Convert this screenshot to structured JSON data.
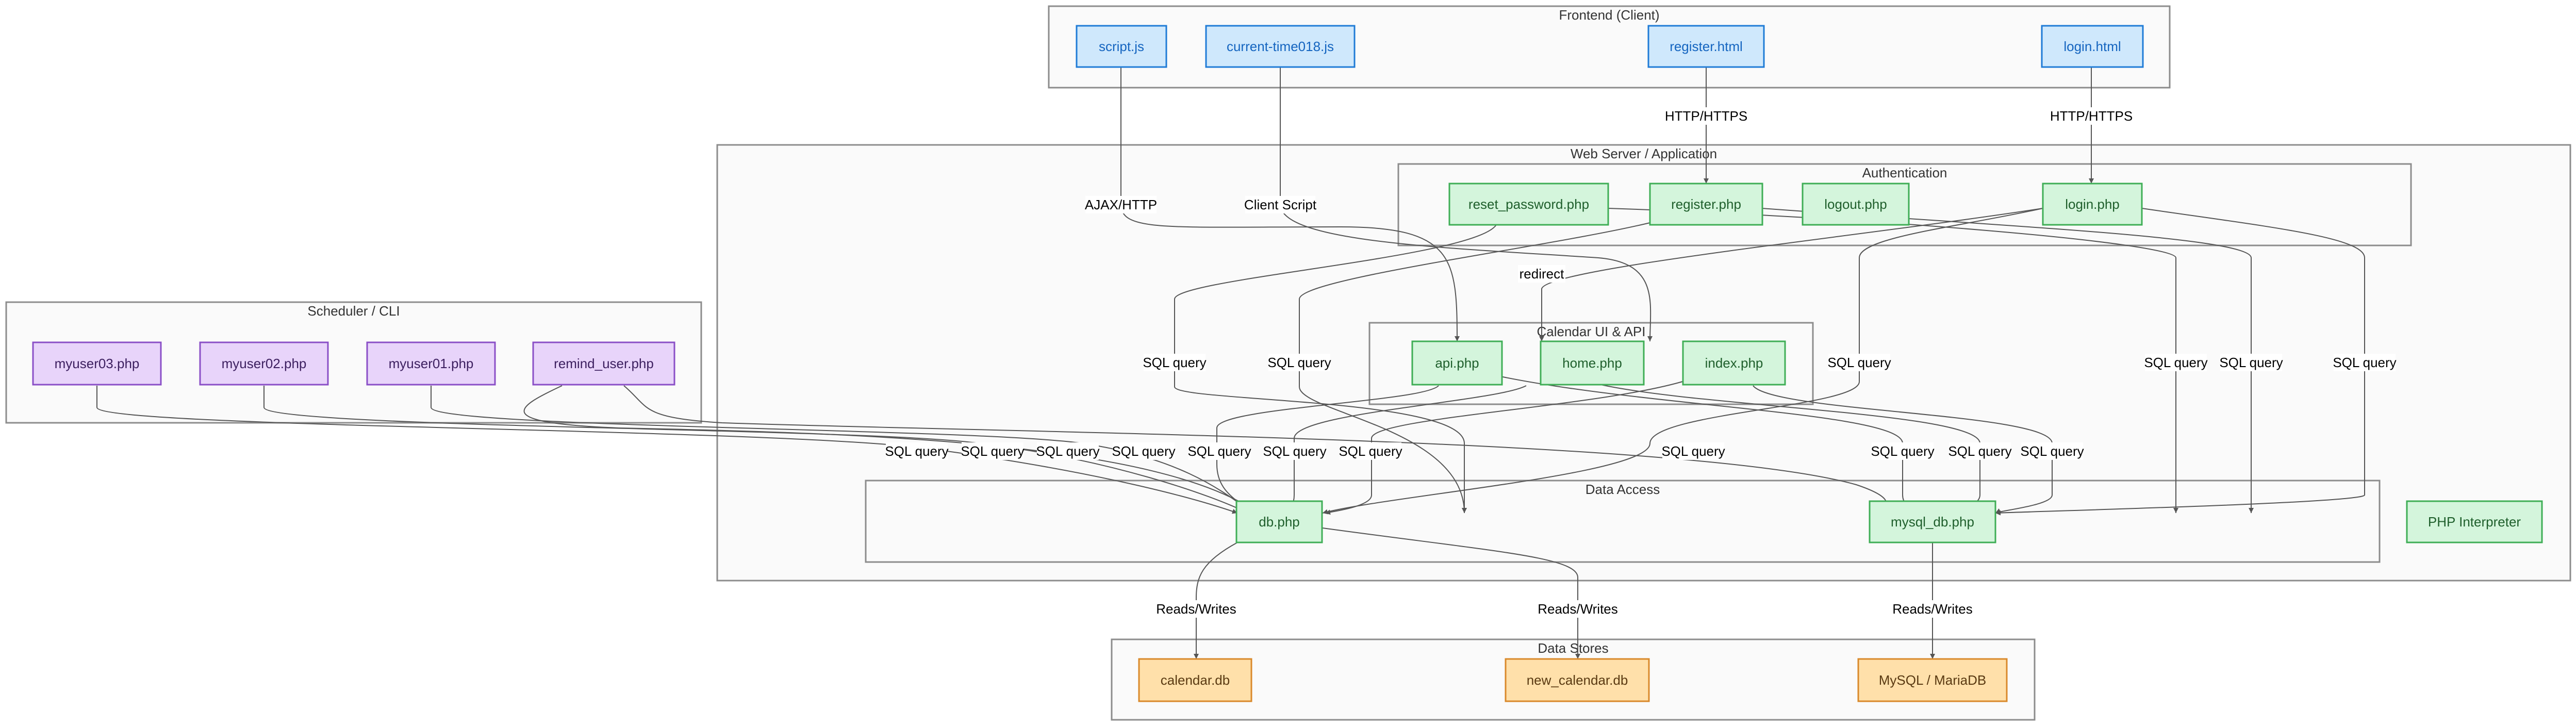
{
  "colors": {
    "client_fill": "#cfe8fc",
    "client_stroke": "#1f7bd6",
    "client_text": "#1565c0",
    "server_fill": "#d4f5dc",
    "server_stroke": "#3fae56",
    "server_text": "#1f5f2c",
    "cli_fill": "#e8d4fa",
    "cli_stroke": "#8a4fc7",
    "cli_text": "#3d2060",
    "store_fill": "#ffe0aa",
    "store_stroke": "#d9892b",
    "store_text": "#5a3a12"
  },
  "clusters": {
    "frontend": "Frontend (Client)",
    "webserver": "Web Server / Application",
    "auth": "Authentication",
    "calendar": "Calendar UI & API",
    "dataaccess": "Data Access",
    "scheduler": "Scheduler / CLI",
    "datastores": "Data Stores"
  },
  "nodes": {
    "script_js": "script.js",
    "current_time": "current-time018.js",
    "register_html": "register.html",
    "login_html": "login.html",
    "reset_password": "reset_password.php",
    "register_php": "register.php",
    "logout_php": "logout.php",
    "login_php": "login.php",
    "api_php": "api.php",
    "home_php": "home.php",
    "index_php": "index.php",
    "db_php": "db.php",
    "mysql_db_php": "mysql_db.php",
    "php_interpreter": "PHP Interpreter",
    "myuser03": "myuser03.php",
    "myuser02": "myuser02.php",
    "myuser01": "myuser01.php",
    "remind_user": "remind_user.php",
    "calendar_db": "calendar.db",
    "new_calendar_db": "new_calendar.db",
    "mysql_mariadb": "MySQL / MariaDB"
  },
  "edge_labels": {
    "http": "HTTP/HTTPS",
    "ajax": "AJAX/HTTP",
    "client_script": "Client Script",
    "redirect": "redirect",
    "sql": "SQL query",
    "rw": "Reads/Writes"
  }
}
